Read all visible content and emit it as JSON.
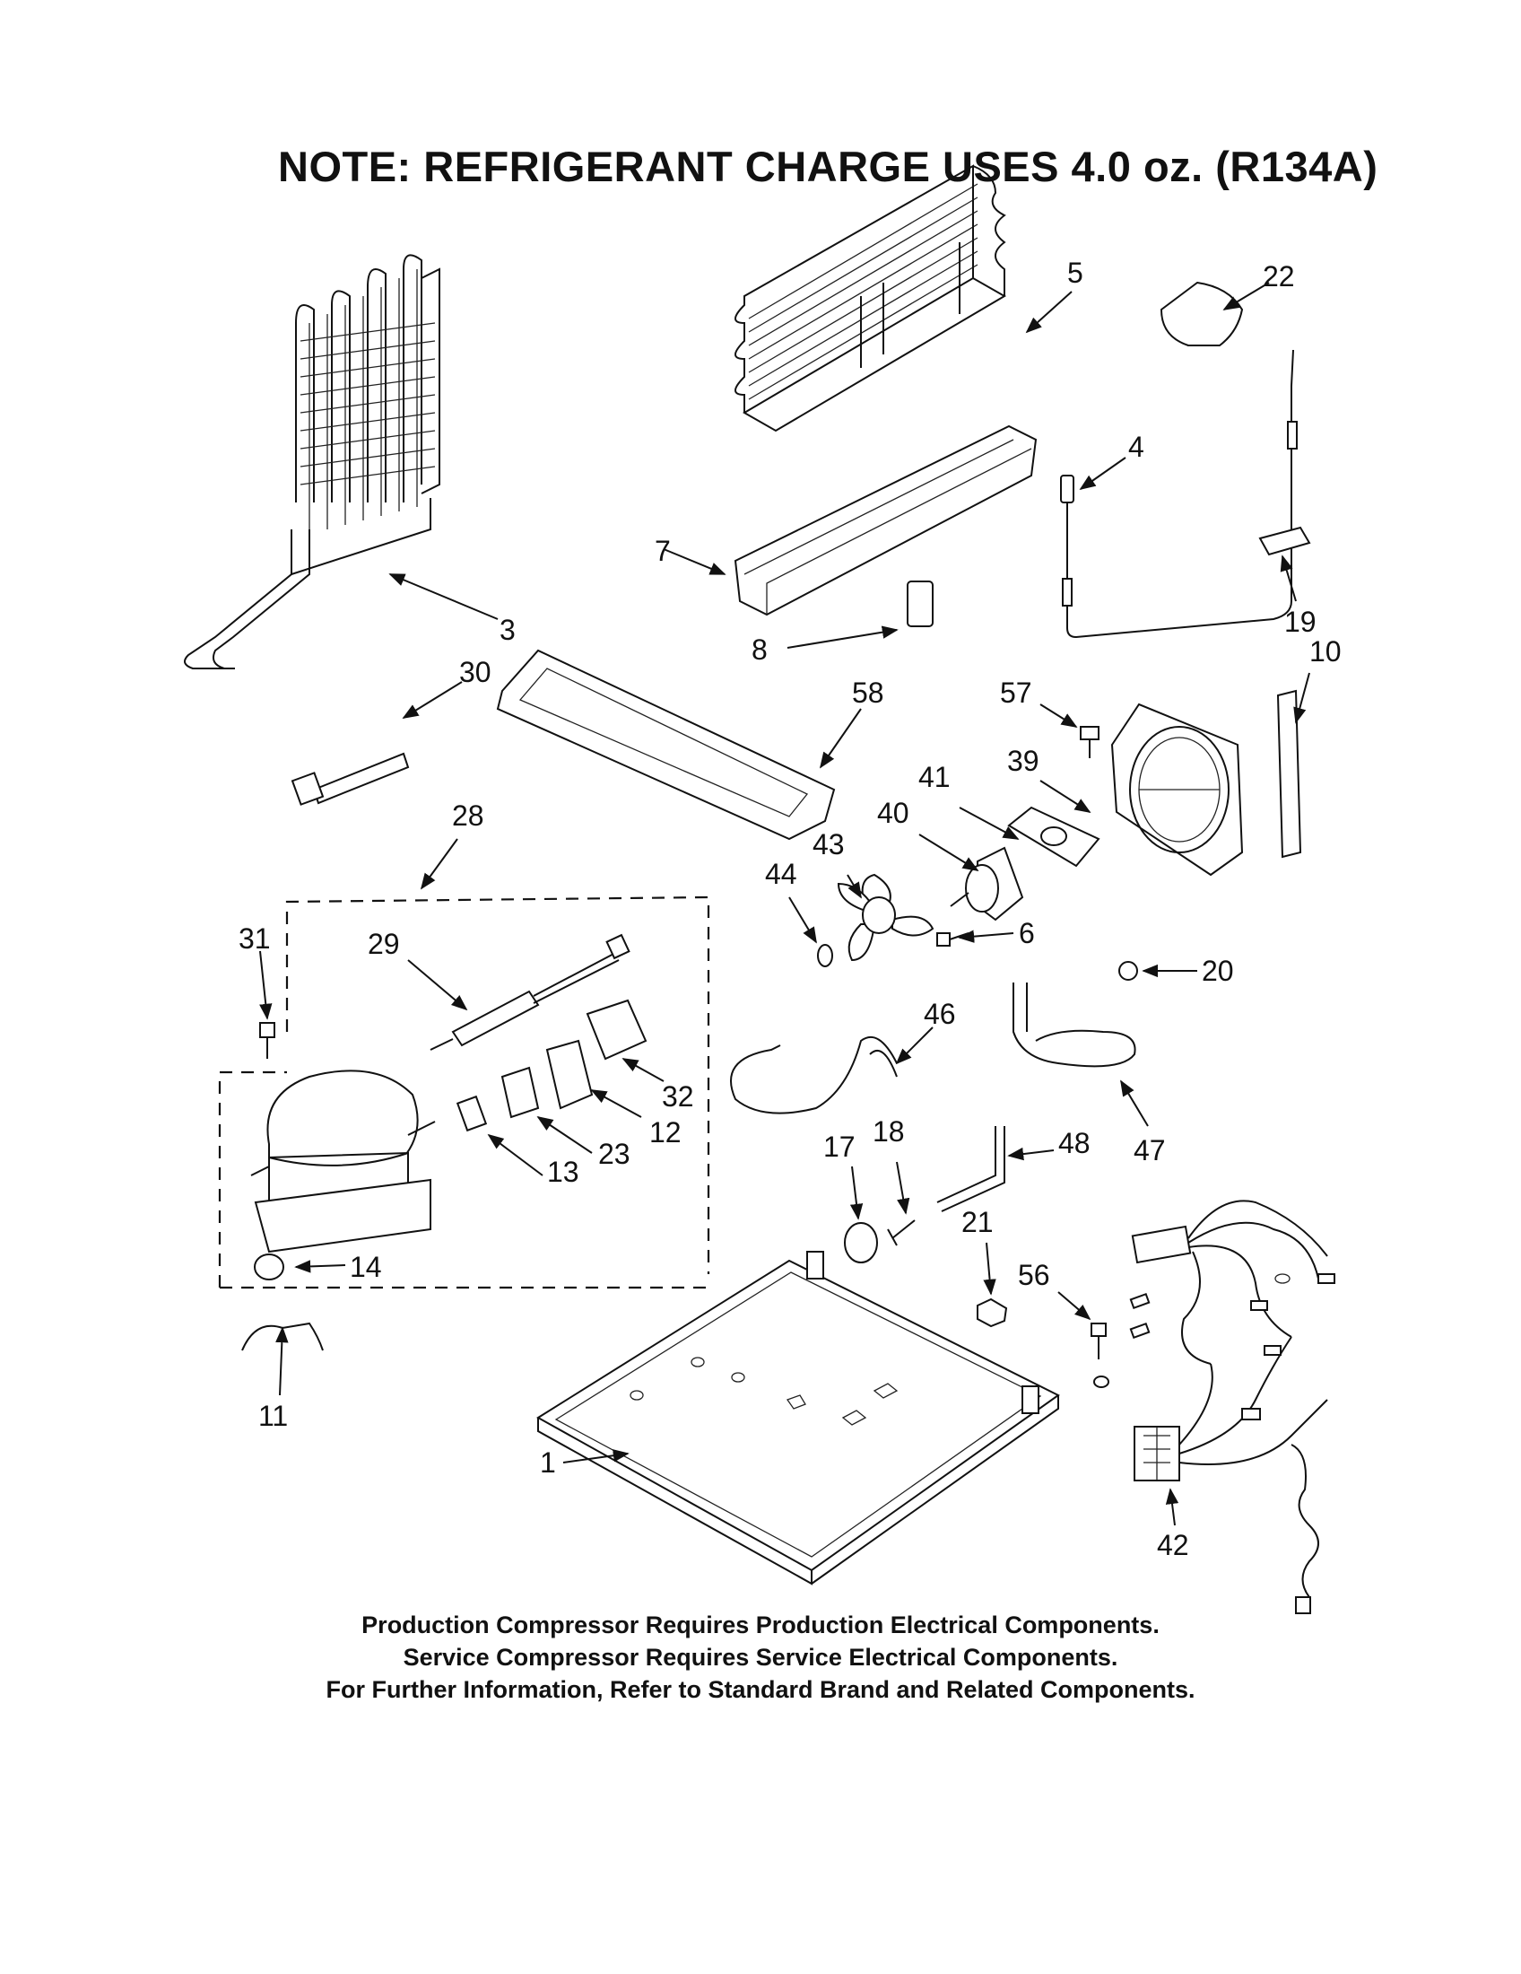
{
  "title": "NOTE: REFRIGERANT CHARGE USES 4.0 oz. (R134A)",
  "callouts": [
    {
      "id": "3",
      "label": "3"
    },
    {
      "id": "5",
      "label": "5"
    },
    {
      "id": "22",
      "label": "22"
    },
    {
      "id": "4",
      "label": "4"
    },
    {
      "id": "7",
      "label": "7"
    },
    {
      "id": "8",
      "label": "8"
    },
    {
      "id": "19",
      "label": "19"
    },
    {
      "id": "10",
      "label": "10"
    },
    {
      "id": "30",
      "label": "30"
    },
    {
      "id": "58",
      "label": "58"
    },
    {
      "id": "57",
      "label": "57"
    },
    {
      "id": "39",
      "label": "39"
    },
    {
      "id": "41",
      "label": "41"
    },
    {
      "id": "40",
      "label": "40"
    },
    {
      "id": "28",
      "label": "28"
    },
    {
      "id": "43",
      "label": "43"
    },
    {
      "id": "44",
      "label": "44"
    },
    {
      "id": "6",
      "label": "6"
    },
    {
      "id": "31",
      "label": "31"
    },
    {
      "id": "29",
      "label": "29"
    },
    {
      "id": "20",
      "label": "20"
    },
    {
      "id": "46",
      "label": "46"
    },
    {
      "id": "32",
      "label": "32"
    },
    {
      "id": "12",
      "label": "12"
    },
    {
      "id": "23",
      "label": "23"
    },
    {
      "id": "13",
      "label": "13"
    },
    {
      "id": "17",
      "label": "17"
    },
    {
      "id": "18",
      "label": "18"
    },
    {
      "id": "48",
      "label": "48"
    },
    {
      "id": "47",
      "label": "47"
    },
    {
      "id": "21",
      "label": "21"
    },
    {
      "id": "14",
      "label": "14"
    },
    {
      "id": "56",
      "label": "56"
    },
    {
      "id": "11",
      "label": "11"
    },
    {
      "id": "1",
      "label": "1"
    },
    {
      "id": "42",
      "label": "42"
    }
  ],
  "footer": [
    "Production Compressor Requires Production Electrical Components.",
    "Service Compressor Requires Service Electrical Components.",
    "For Further Information, Refer to Standard Brand and Related Components."
  ]
}
